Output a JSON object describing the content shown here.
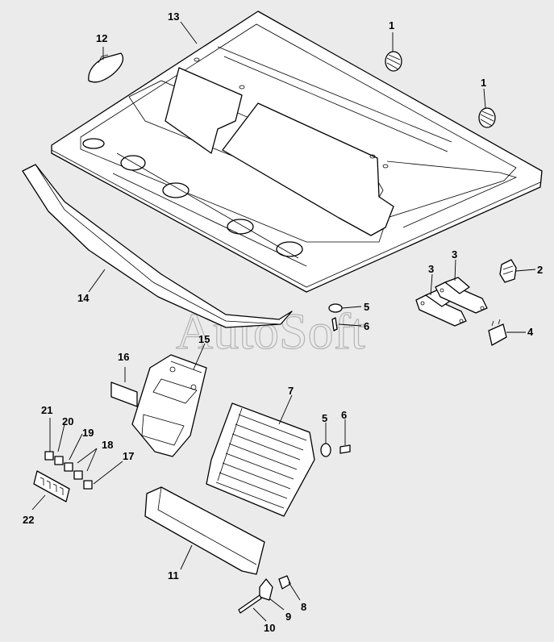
{
  "watermark": "AutoSoft",
  "callouts": {
    "c1a": "1",
    "c1b": "1",
    "c2": "2",
    "c3a": "3",
    "c3b": "3",
    "c4": "4",
    "c5a": "5",
    "c6a": "6",
    "c5b": "5",
    "c6b": "6",
    "c7": "7",
    "c8": "8",
    "c9": "9",
    "c10": "10",
    "c11": "11",
    "c12": "12",
    "c13": "13",
    "c14": "14",
    "c15": "15",
    "c16": "16",
    "c17": "17",
    "c18": "18",
    "c19": "19",
    "c20": "20",
    "c21": "21",
    "c22": "22"
  }
}
